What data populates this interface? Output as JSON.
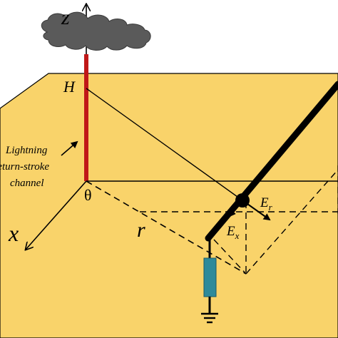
{
  "labels": {
    "z_axis": "z",
    "height": "H",
    "channel_line1": "Lightning",
    "channel_line2": "return-stroke",
    "channel_line3": "channel",
    "origin": "θ",
    "x_axis": "x",
    "distance": "r",
    "field_radial_main": "E",
    "field_radial_sub": "r",
    "field_x_main": "E",
    "field_x_sub": "x"
  },
  "colors": {
    "ground_plane": "#f9d36a",
    "channel": "#c01818",
    "cloud": "#5a5a5a",
    "line": "#000000",
    "arrester": "#2e8a9a",
    "background": "#ffffff"
  },
  "icons": {
    "cloud": "thundercloud-icon",
    "ground": "ground-symbol-icon",
    "arrester": "surge-arrester-icon"
  }
}
